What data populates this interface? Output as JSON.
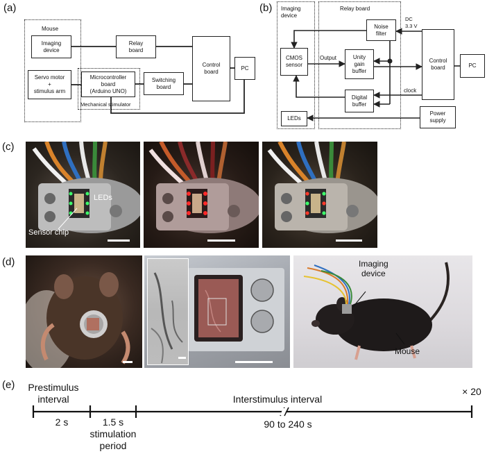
{
  "panels": {
    "a": "(a)",
    "b": "(b)",
    "c": "(c)",
    "d": "(d)",
    "e": "(e)"
  },
  "a": {
    "mouse_group": "Mouse",
    "imaging_device": "Imaging\ndevice",
    "relay_board": "Relay\nboard",
    "control_board": "Control\nboard",
    "pc": "PC",
    "servo": "Servo motor\n+\nstimulus arm",
    "microcontroller": "Microcontroller\nboard\n(Arduino UNO)",
    "mech_stim": "Mechanical stimulator",
    "switching_board": "Switching\nboard"
  },
  "b": {
    "imaging_device_group": "Imaging\ndevice",
    "relay_board_group": "Relay board",
    "cmos": "CMOS\nsensor",
    "noise_filter": "Noise\nfilter",
    "unity_gain": "Unity\ngain\nbuffer",
    "digital_buffer": "Digital\nbuffer",
    "control_board": "Control\nboard",
    "pc": "PC",
    "leds": "LEDs",
    "power_supply": "Power\nsupply",
    "dc": "DC\n3.3 V",
    "output": "Output",
    "clock": "clock"
  },
  "c": {
    "leds_label": "LEDs",
    "sensor_chip_label": "Sensor chip"
  },
  "d": {
    "imaging_device_label": "Imaging\ndevice",
    "mouse_label": "Mouse"
  },
  "e": {
    "prestimulus": "Prestimulus\ninterval",
    "prestim_duration": "2 s",
    "stim_duration": "1.5 s",
    "stim_period": "stimulation\nperiod",
    "interstimulus": "Interstimulus interval",
    "inter_duration": "90 to 240 s",
    "repeat": "× 20"
  }
}
